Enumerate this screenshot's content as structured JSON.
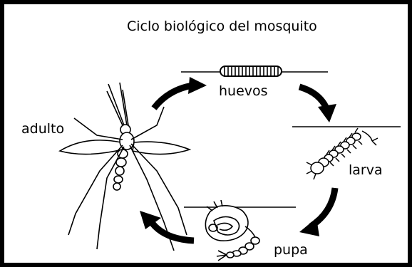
{
  "title": "Ciclo biológico del mosquito",
  "stages": {
    "adult": "adulto",
    "eggs": "huevos",
    "larva": "larva",
    "pupa": "pupa"
  },
  "colors": {
    "ink": "#000000",
    "background": "#ffffff"
  }
}
